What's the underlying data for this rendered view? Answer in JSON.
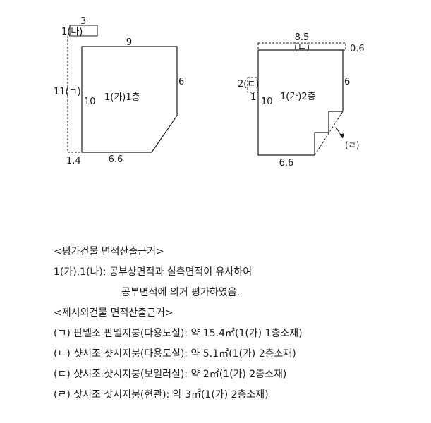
{
  "colors": {
    "ink": "#1a1a1a",
    "background": "#ffffff"
  },
  "plan1": {
    "top_dim": "3",
    "extension_label": "1(나)",
    "top_width": "9",
    "right_height": "6",
    "left_total_label": "11(ㄱ)",
    "left_height": "10",
    "center_label": "1(가)1층",
    "bottom_width": "6.6",
    "corner_dim": "1.4"
  },
  "plan2": {
    "top_width": "8.5",
    "extension_top_label": "(ㄴ)",
    "top_offset": "0.6",
    "left_ext_label": "2(ㄷ)",
    "left_ext_dim": "1",
    "left_height": "10",
    "center_label": "1(가)2층",
    "right_height": "6",
    "bottom_width": "6.6",
    "entrance_label": "(ㄹ)"
  },
  "notes": {
    "heading1": "<평가건물 면적산출근거>",
    "line1": "1(가),1(나): 공부상면적과 실측면적이 유사하여",
    "line2": "공부면적에 의거 평가하였음.",
    "heading2": "<제시외건물 면적산출근거>",
    "item_g": "(ㄱ) 판넬조 판넬지붕(다용도실): 약 15.4㎡(1(가) 1층소재)",
    "item_n": "(ㄴ) 샷시조 샷시지붕(다용도실): 약 5.1㎡(1(가) 2층소재)",
    "item_d": "(ㄷ) 샷시조 샷시지붕(보일러실): 약 2㎡(1(가) 2층소재)",
    "item_r": "(ㄹ) 샷시조 샷시지붕(현관): 약 3㎡(1(가) 2층소재)"
  }
}
